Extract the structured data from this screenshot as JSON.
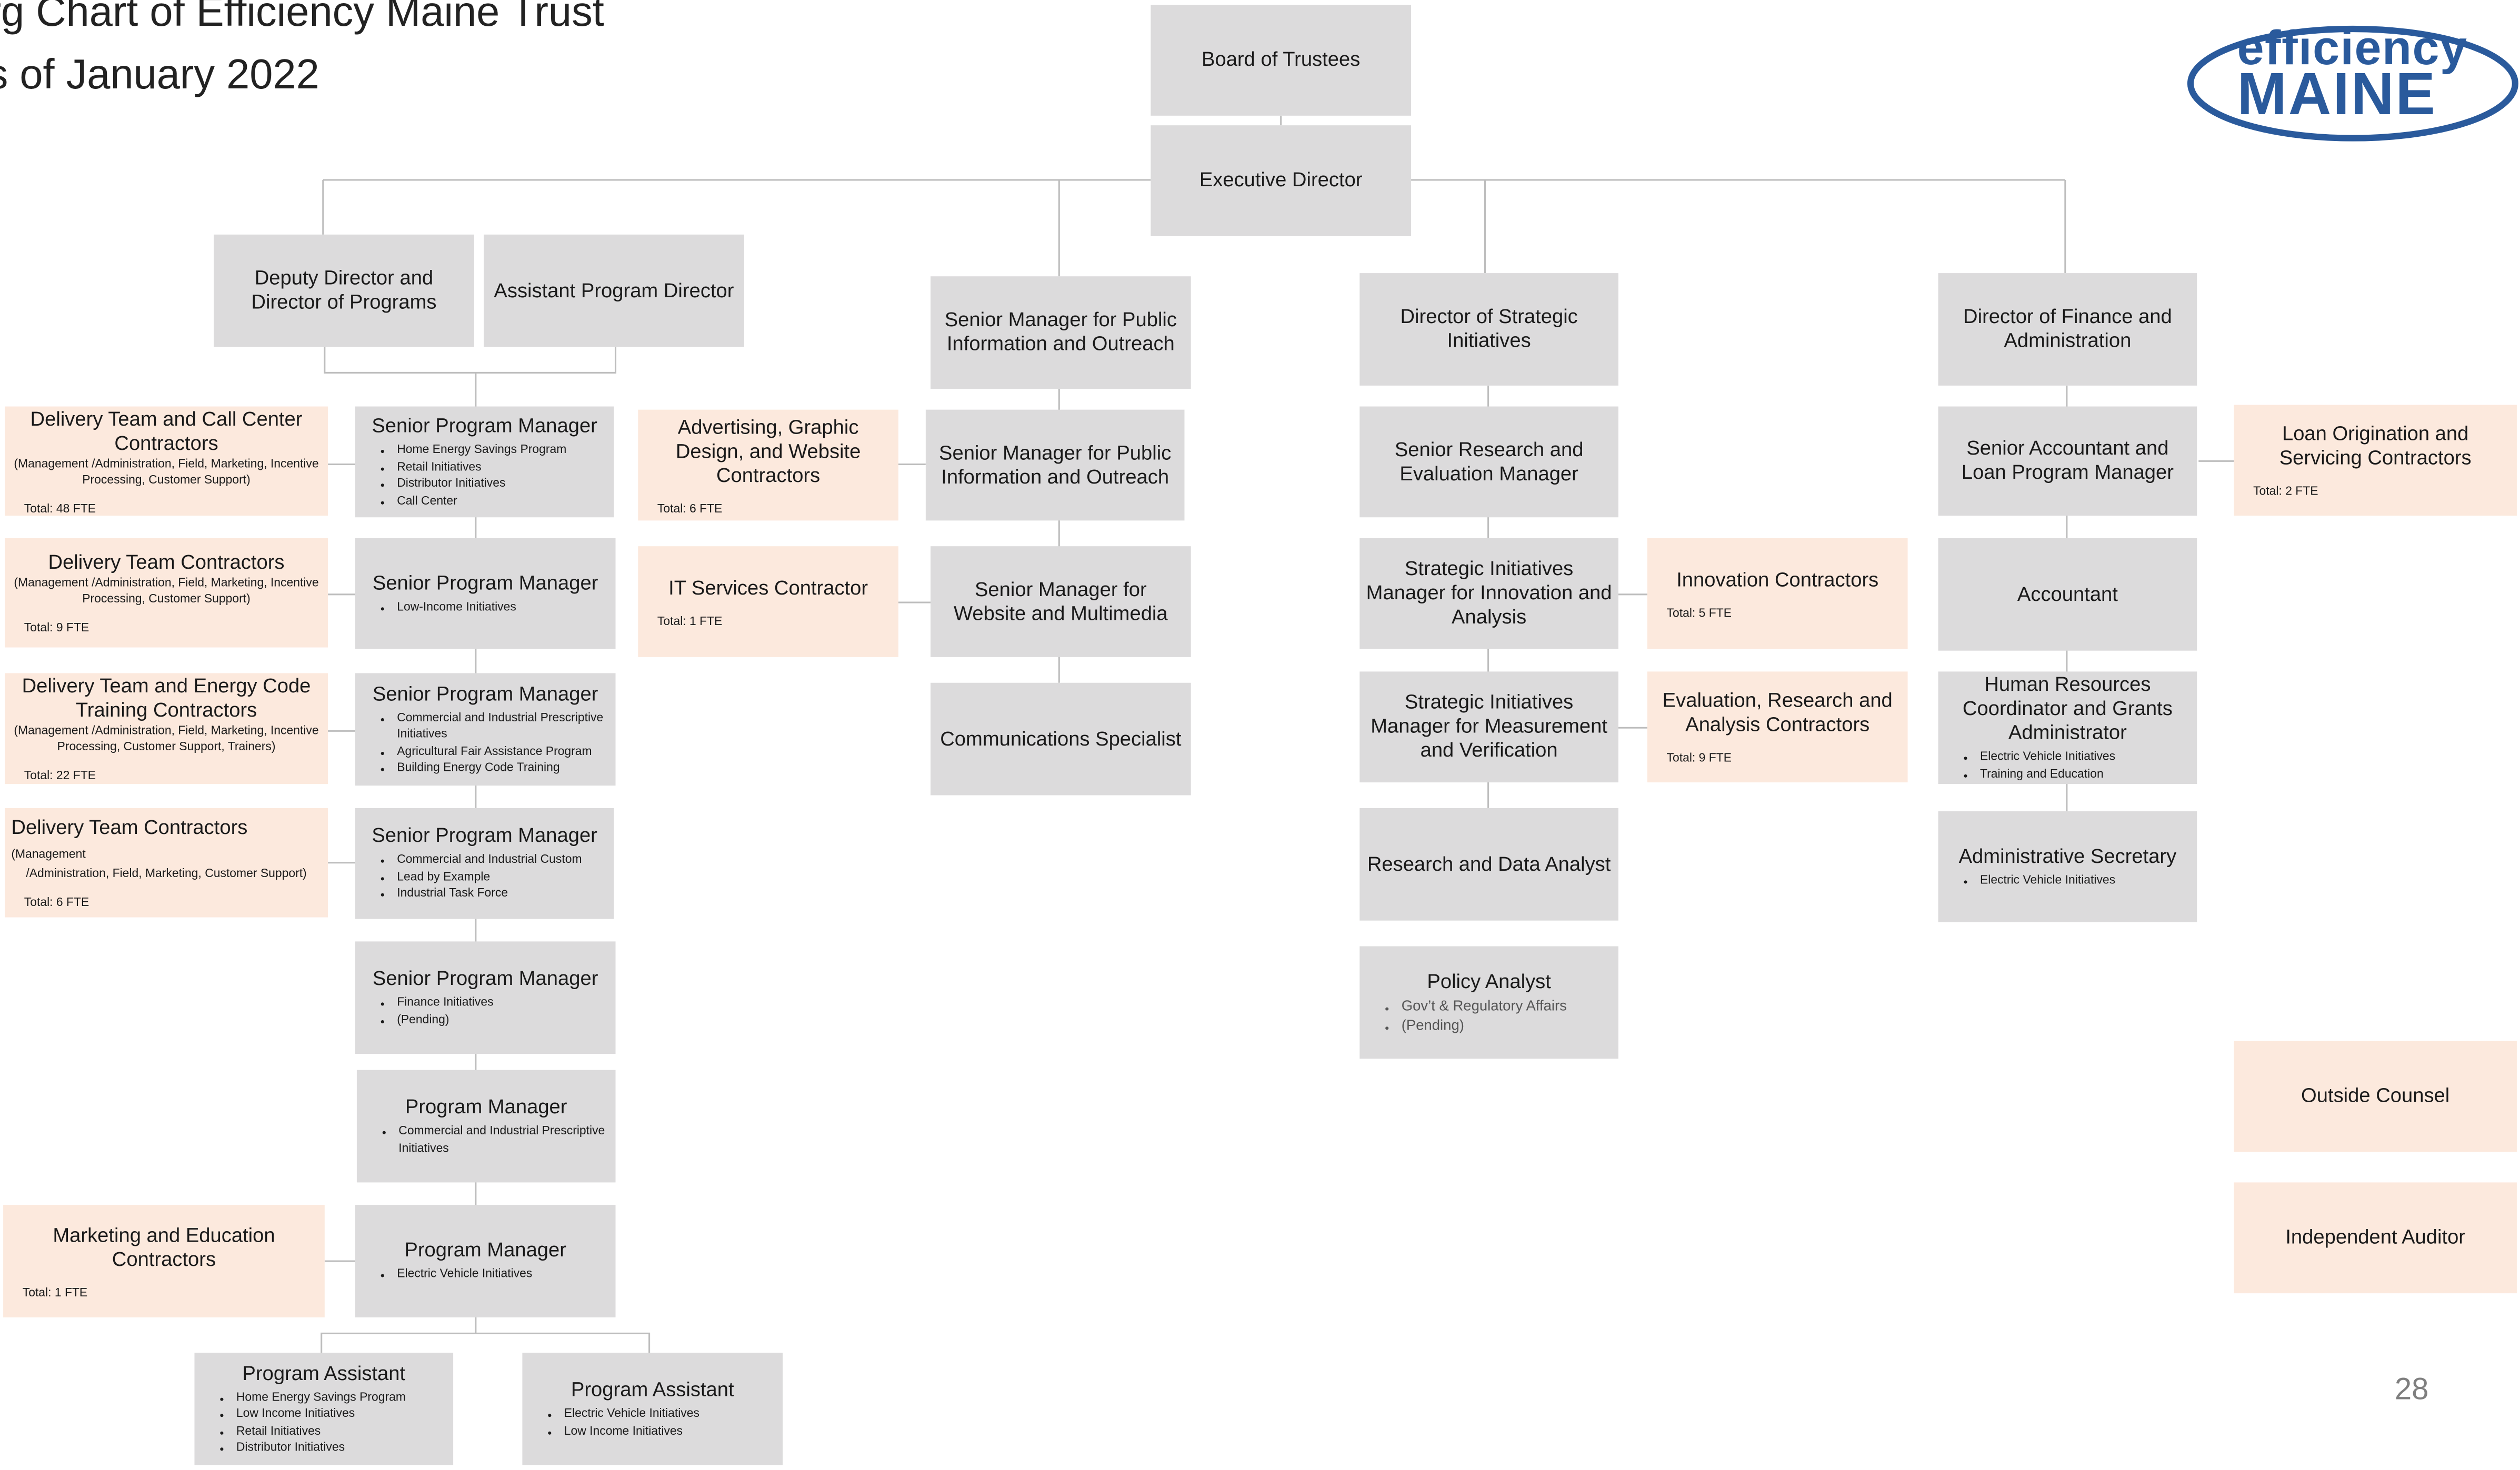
{
  "title": {
    "line1": "rg Chart of Efficiency Maine Trust",
    "line2": "s of January 2022"
  },
  "logo": {
    "word1": "efficiency",
    "word2": "MAINE"
  },
  "page_number": "28",
  "boxes": {
    "board": {
      "title": "Board of Trustees"
    },
    "exec": {
      "title": "Executive Director"
    },
    "deputy": {
      "title": "Deputy Director and Director of Programs"
    },
    "apd": {
      "title": "Assistant Program Director"
    },
    "spm_pub": {
      "title": "Senior Manager for Public Information and Outreach"
    },
    "dsi": {
      "title": "Director of Strategic Initiatives"
    },
    "dfa": {
      "title": "Director of Finance and Administration"
    },
    "del1": {
      "title": "Delivery  Team and Call Center Contractors",
      "sub": "(Management /Administration, Field, Marketing, Incentive Processing, Customer Support)",
      "total": "Total: 48 FTE"
    },
    "spm1": {
      "title": "Senior Program Manager",
      "bullets": [
        "Home Energy Savings Program",
        "Retail Initiatives",
        "Distributor Initiatives",
        "Call Center"
      ]
    },
    "adv": {
      "title": "Advertising, Graphic Design, and Website Contractors",
      "total": "Total: 6 FTE"
    },
    "smpio2": {
      "title": "Senior Manager for Public Information and Outreach"
    },
    "srem": {
      "title": "Senior Research and Evaluation Manager"
    },
    "salpm": {
      "title": "Senior Accountant and Loan Program Manager"
    },
    "loan": {
      "title": "Loan Origination and Servicing Contractors",
      "total": "Total: 2 FTE"
    },
    "del2": {
      "title": "Delivery Team Contractors",
      "sub": "(Management /Administration, Field, Marketing, Incentive Processing, Customer Support)",
      "total": "Total: 9 FTE"
    },
    "spm2": {
      "title": "Senior Program Manager",
      "bullets": [
        "Low-Income Initiatives"
      ]
    },
    "it": {
      "title": "IT Services Contractor",
      "total": "Total: 1 FTE"
    },
    "smwm": {
      "title": "Senior Manager for Website and Multimedia"
    },
    "simia": {
      "title": "Strategic Initiatives Manager for Innovation and Analysis"
    },
    "innov": {
      "title": "Innovation Contractors",
      "total": "Total: 5 FTE"
    },
    "acct": {
      "title": "Accountant"
    },
    "del3": {
      "title": "Delivery Team and Energy Code Training Contractors",
      "sub": "(Management /Administration, Field, Marketing, Incentive Processing, Customer Support, Trainers)",
      "total": "Total: 22 FTE"
    },
    "spm3": {
      "title": "Senior Program Manager",
      "bullets": [
        "Commercial and Industrial Prescriptive Initiatives",
        "Agricultural Fair Assistance Program",
        "Building Energy Code Training"
      ]
    },
    "comm": {
      "title": "Communications Specialist"
    },
    "simmv": {
      "title": "Strategic Initiatives Manager for Measurement and Verification"
    },
    "eval": {
      "title": "Evaluation, Research and Analysis Contractors",
      "total": "Total: 9 FTE"
    },
    "hr": {
      "title": "Human Resources Coordinator and Grants Administrator",
      "bullets": [
        "Electric Vehicle Initiatives",
        "Training and Education"
      ]
    },
    "del4": {
      "title": "Delivery Team Contractors",
      "title_small": "(Management",
      "sub": "/Administration, Field, Marketing, Customer Support)",
      "total": "Total: 6 FTE"
    },
    "spm4": {
      "title": "Senior Program Manager",
      "bullets": [
        "Commercial and Industrial Custom",
        "Lead by Example",
        "Industrial Task Force"
      ]
    },
    "rda": {
      "title": "Research and Data Analyst"
    },
    "admin": {
      "title": "Administrative Secretary",
      "bullets": [
        "Electric Vehicle Initiatives"
      ]
    },
    "spm5": {
      "title": "Senior Program Manager",
      "bullets": [
        "Finance Initiatives",
        "(Pending)"
      ]
    },
    "policy": {
      "title": "Policy Analyst",
      "bullets": [
        "Gov’t & Regulatory Affairs",
        "(Pending)"
      ]
    },
    "outside": {
      "title": "Outside Counsel"
    },
    "pm1": {
      "title": "Program Manager",
      "bullets": [
        "Commercial and Industrial Prescriptive Initiatives"
      ]
    },
    "auditor": {
      "title": "Independent Auditor"
    },
    "mkt": {
      "title": "Marketing and Education Contractors",
      "total": "Total: 1 FTE"
    },
    "pm2": {
      "title": "Program Manager",
      "bullets": [
        "Electric Vehicle Initiatives"
      ]
    },
    "pa1": {
      "title": "Program Assistant",
      "bullets": [
        "Home Energy Savings Program",
        "Low Income Initiatives",
        "Retail Initiatives",
        "Distributor Initiatives"
      ]
    },
    "pa2": {
      "title": "Program Assistant",
      "bullets": [
        "Electric Vehicle Initiatives",
        "Low Income Initiatives"
      ]
    }
  }
}
